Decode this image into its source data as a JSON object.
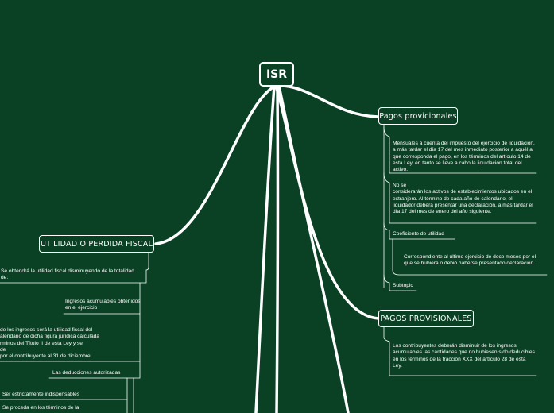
{
  "root": {
    "label": "ISR"
  },
  "branches": {
    "pagos_provicionales": {
      "label": "Pagos provicionales",
      "items": [
        "Mensuales a cuenta del impuesto del ejercicio de liquidación, a más tardar el día 17 del mes inmediato posterior a aquél al que corresponda el pago, en los términos del artículo 14 de esta Ley, en tanto se lleve a cabo la liquidación total del activo.",
        "No se\n considerarán los activos de establecimientos ubicados en el extranjero. Al término de cada año de calendario, el liquidador deberá presentar una declaración, a más tardar el día 17 del mes de enero del año siguiente.",
        "Coeficiente de utilidad",
        "Correspondiente al último ejercicio de doce meses por el que se hubiera o debió haberse presentado declaración.",
        "Subtopic"
      ]
    },
    "pagos_provisionales": {
      "label": "PAGOS PROVISIONALES",
      "items": [
        "Los contribuyentes deberán disminuir de los ingresos acumulables las cantidades que no hubiesen sido deducibles en los términos de la fracción XXX del artículo 28 de esta\nLey."
      ]
    },
    "utilidad": {
      "label": "UTILIDAD O PERDIDA FISCAL",
      "items": [
        "Se obtendrá la utilidad fiscal disminuyendo de la totalidad de:",
        "Ingresos acumulables obtenidos en el ejercicio",
        "de los ingresos será la utilidad fiscal del\nalendario de dicha figura jurídica calculada\nrminos del Título II de esta Ley y se\nde\n por el contribuyente al 31 de diciembre",
        "Las deducciones autorizadas",
        "Ser estrictamente indispensables",
        "Se proceda en los términos de la"
      ]
    }
  }
}
